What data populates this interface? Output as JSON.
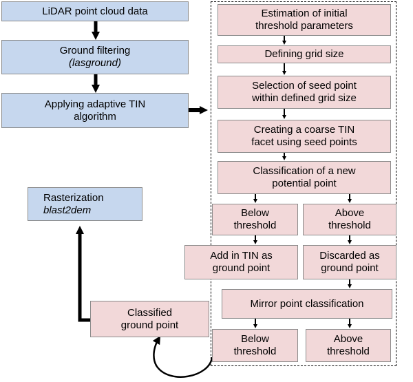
{
  "left": {
    "lidar": "LiDAR point cloud data",
    "ground_filtering": {
      "line1": "Ground filtering",
      "line2": "lasground"
    },
    "adaptive_tin": {
      "line1": "Applying adaptive TIN",
      "line2": "algorithm"
    },
    "rasterization": {
      "line1": "Rasterization",
      "line2": "blast2dem"
    },
    "classified": {
      "line1": "Classified",
      "line2": "ground point"
    }
  },
  "process": {
    "estimation": {
      "line1": "Estimation of initial",
      "line2": "threshold parameters"
    },
    "grid_size": "Defining grid size",
    "seed_point": {
      "line1": "Selection of seed point",
      "line2": "within defined grid size"
    },
    "coarse_tin": {
      "line1": "Creating a coarse TIN",
      "line2": "facet using seed points"
    },
    "classification": {
      "line1": "Classification of a new",
      "line2": "potential point"
    },
    "below1": {
      "line1": "Below",
      "line2": "threshold"
    },
    "above1": {
      "line1": "Above",
      "line2": "threshold"
    },
    "add_tin": {
      "line1": "Add in TIN as",
      "line2": "ground point"
    },
    "discarded": {
      "line1": "Discarded as",
      "line2": "ground point"
    },
    "mirror": "Mirror point classification",
    "below2": {
      "line1": "Below",
      "line2": "threshold"
    },
    "above2": {
      "line1": "Above",
      "line2": "threshold"
    }
  },
  "colors": {
    "blue_box": "#c6d7ee",
    "pink_box": "#f2d8d9",
    "arrow": "#000000"
  }
}
